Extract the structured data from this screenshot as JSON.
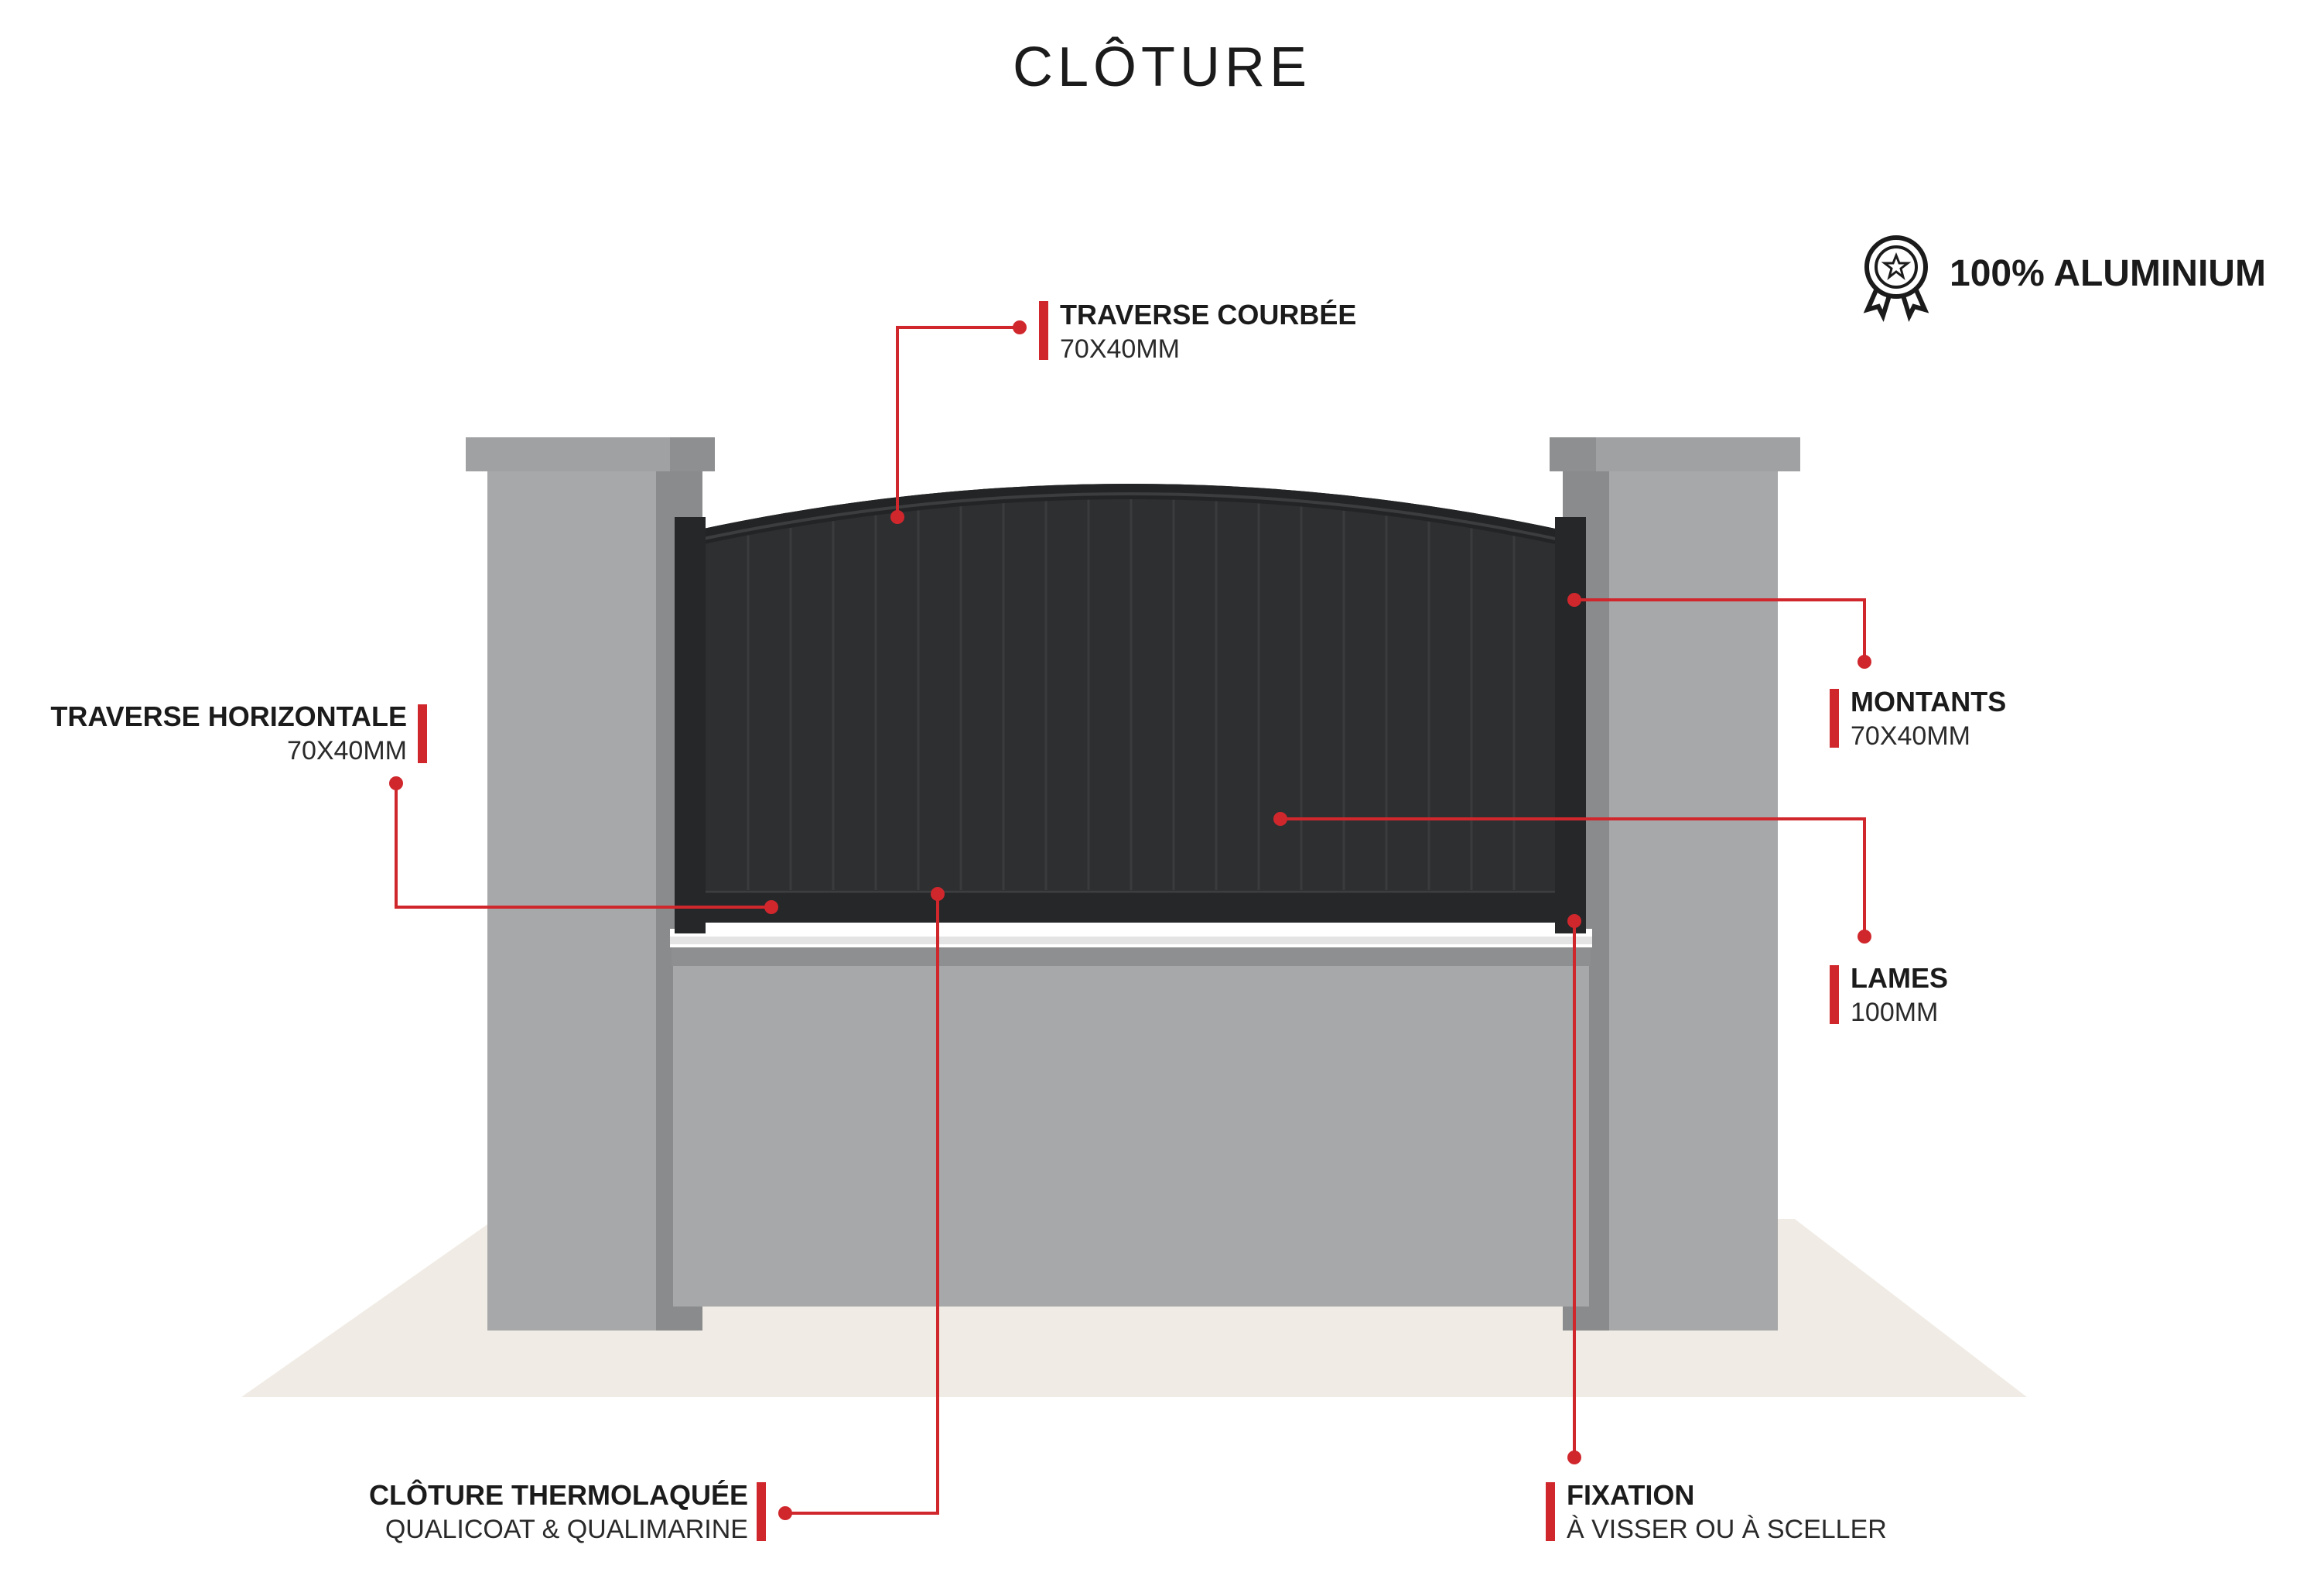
{
  "title": "CLÔTURE",
  "badge": {
    "icon": "award-ribbon-icon",
    "text": "100% ALUMINIUM"
  },
  "callouts": {
    "traverse_courbee": {
      "label": "TRAVERSE COURBÉE",
      "dim": "70X40MM"
    },
    "traverse_horizontale": {
      "label": "TRAVERSE HORIZONTALE",
      "dim": "70X40MM"
    },
    "montants": {
      "label": "MONTANTS",
      "dim": "70X40MM"
    },
    "lames": {
      "label": "LAMES",
      "dim": "100MM"
    },
    "cloture_thermolaquee": {
      "label": "CLÔTURE THERMOLAQUÉE",
      "dim": "QUALICOAT & QUALIMARINE"
    },
    "fixation": {
      "label": "FIXATION",
      "dim": "À VISSER OU À SCELLER"
    }
  },
  "colors": {
    "accent": "#d0272d",
    "panel": "#2e2f31",
    "pillar": "#a7a8a9",
    "pillar_shadow": "#8a8b8c",
    "cap": "#9d9e9f",
    "ground": "#f0ebe4"
  }
}
